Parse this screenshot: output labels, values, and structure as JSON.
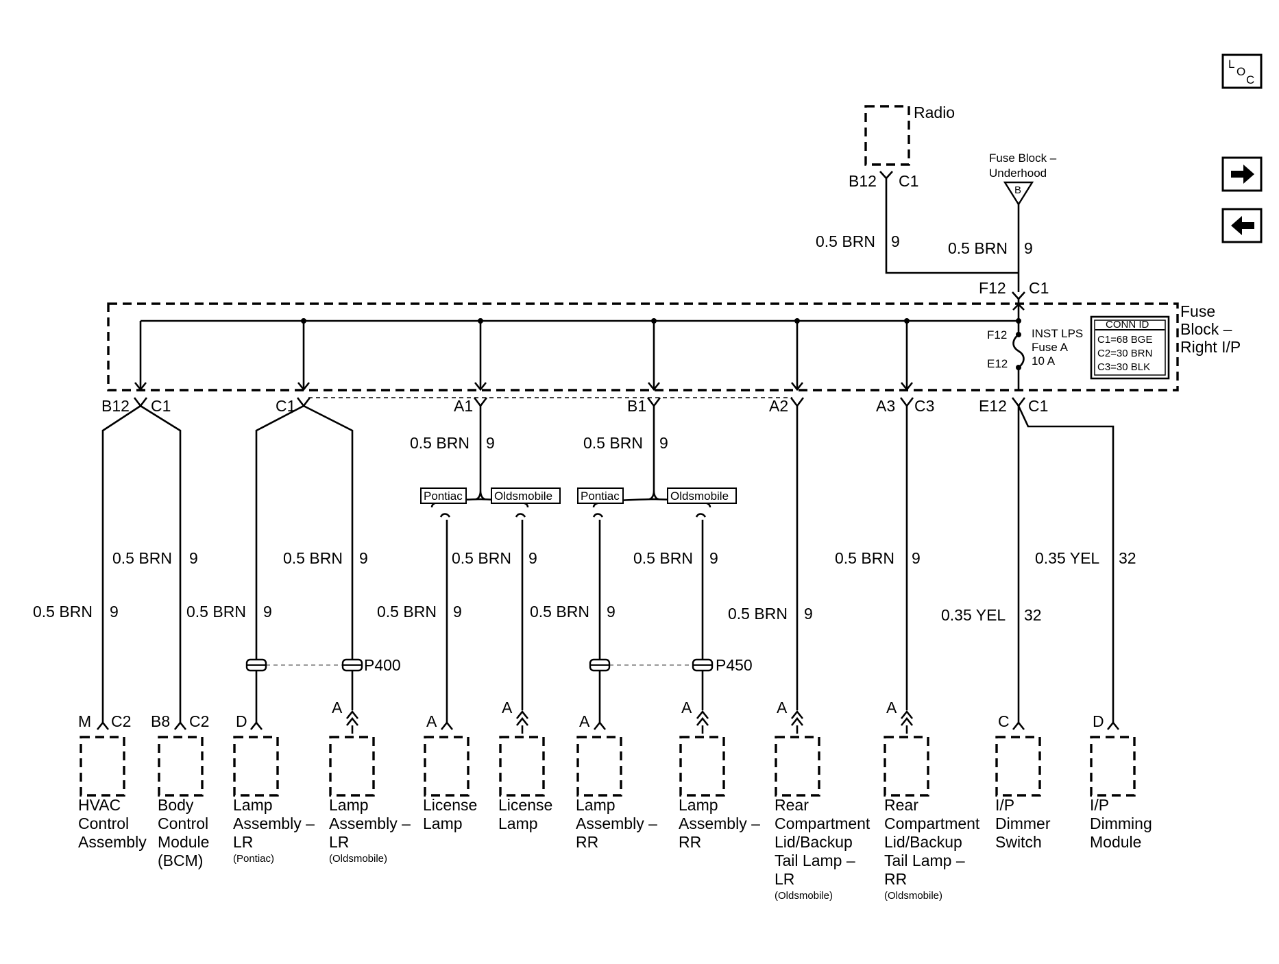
{
  "nav": {
    "loc_l": "L",
    "loc_o": "O",
    "loc_c": "C"
  },
  "top": {
    "radio": "Radio",
    "radio_pin": "B12",
    "radio_conn": "C1",
    "radio_wire": "0.5 BRN",
    "radio_circuit": "9",
    "fuse_block_underhood": [
      "Fuse Block –",
      "Underhood"
    ],
    "underhood_tag": "B",
    "feed_wire": "0.5 BRN",
    "feed_circuit": "9",
    "fb_in_pin": "F12",
    "fb_in_conn": "C1"
  },
  "fuse_block": {
    "name": [
      "Fuse",
      "Block –",
      "Right I/P"
    ],
    "fuse_top_pin": "F12",
    "fuse_bottom_pin": "E12",
    "fuse_label": [
      "INST LPS",
      "Fuse A",
      "10 A"
    ],
    "conn_id_title": "CONN ID",
    "conn_ids": [
      "C1=68 BGE",
      "C2=30 BRN",
      "C3=30 BLK"
    ]
  },
  "outputs": {
    "o1_pin": "B12",
    "o1_conn": "C1",
    "o2_conn": "C1",
    "o3_pin": "A1",
    "o4_pin": "B1",
    "o5_pin": "A2",
    "o6_pin": "A3",
    "o6_conn": "C3",
    "o7_pin": "E12",
    "o7_conn": "C1"
  },
  "options": {
    "pontiac": "Pontiac",
    "oldsmobile": "Oldsmobile"
  },
  "wires": {
    "brn": "0.5 BRN",
    "brn_circuit": "9",
    "yel": "0.35 YEL",
    "yel_circuit": "32"
  },
  "splices": {
    "p400": "P400",
    "p450": "P450"
  },
  "loads": [
    {
      "pin": "M",
      "conn": "C2",
      "name": [
        "HVAC",
        "Control",
        "Assembly"
      ],
      "note": ""
    },
    {
      "pin": "B8",
      "conn": "C2",
      "name": [
        "Body",
        "Control",
        "Module",
        "(BCM)"
      ],
      "note": ""
    },
    {
      "pin": "D",
      "conn": "",
      "name": [
        "Lamp",
        "Assembly –",
        "LR"
      ],
      "note": "(Pontiac)"
    },
    {
      "pin": "A",
      "conn": "",
      "name": [
        "Lamp",
        "Assembly –",
        "LR"
      ],
      "note": "(Oldsmobile)"
    },
    {
      "pin": "A",
      "conn": "",
      "name": [
        "License",
        "Lamp"
      ],
      "note": ""
    },
    {
      "pin": "A",
      "conn": "",
      "name": [
        "License",
        "Lamp"
      ],
      "note": ""
    },
    {
      "pin": "A",
      "conn": "",
      "name": [
        "Lamp",
        "Assembly –",
        "RR"
      ],
      "note": ""
    },
    {
      "pin": "A",
      "conn": "",
      "name": [
        "Lamp",
        "Assembly –",
        "RR"
      ],
      "note": ""
    },
    {
      "pin": "A",
      "conn": "",
      "name": [
        "Rear",
        "Compartment",
        "Lid/Backup",
        "Tail Lamp –",
        "LR"
      ],
      "note": "(Oldsmobile)"
    },
    {
      "pin": "A",
      "conn": "",
      "name": [
        "Rear",
        "Compartment",
        "Lid/Backup",
        "Tail Lamp –",
        "RR"
      ],
      "note": "(Oldsmobile)"
    },
    {
      "pin": "C",
      "conn": "",
      "name": [
        "I/P",
        "Dimmer",
        "Switch"
      ],
      "note": ""
    },
    {
      "pin": "D",
      "conn": "",
      "name": [
        "I/P",
        "Dimming",
        "Module"
      ],
      "note": ""
    }
  ]
}
